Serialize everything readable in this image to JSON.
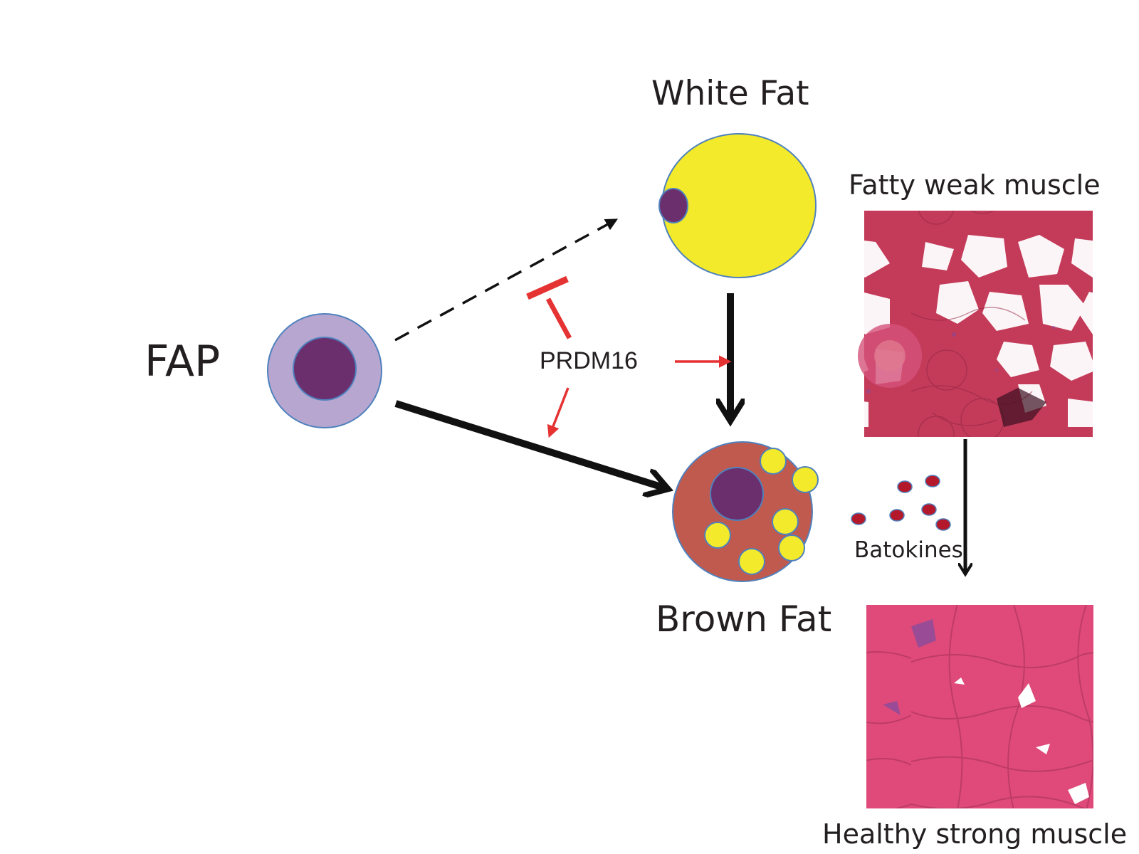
{
  "labels": {
    "fap": "FAP",
    "white_fat": "White Fat",
    "brown_fat": "Brown Fat",
    "prdm16": "PRDM16",
    "batokines": "Batokines",
    "fatty_muscle": "Fatty weak muscle",
    "healthy_muscle": "Healthy strong muscle"
  },
  "colors": {
    "fap_cytoplasm": "#b7a7d0",
    "nucleus": "#6b2f6e",
    "white_fat_lipid": "#f2ea2a",
    "brown_fat_cytoplasm": "#c05a4f",
    "lipid_droplet": "#f2ea2a",
    "outline": "#4f81bd",
    "arrow_black": "#111111",
    "arrow_red": "#e53232",
    "batokine": "#b3182b",
    "muscle_fiber": "#c43b5a",
    "muscle_healthy": "#df4a7a",
    "fat_vacuole": "#ffffff"
  }
}
